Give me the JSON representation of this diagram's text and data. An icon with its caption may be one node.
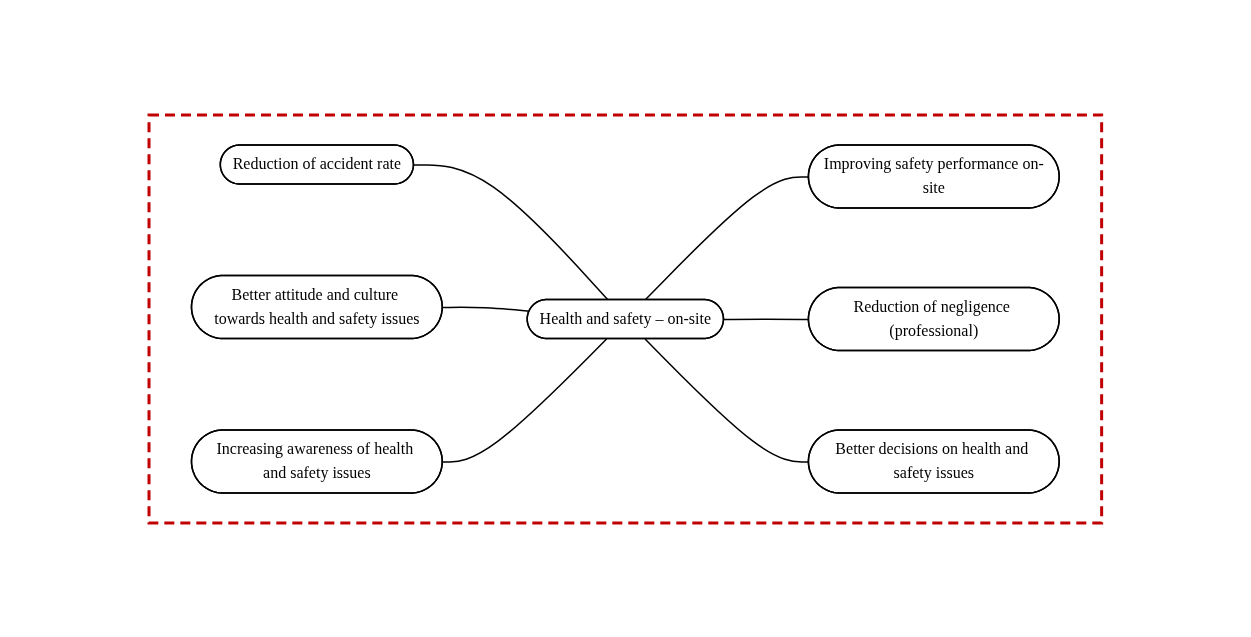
{
  "diagram": {
    "nodes": [
      {
        "text": [],
        "shape": "polygon"
      },
      {
        "text": [
          "Reduction of accident rate"
        ],
        "in": 0
      },
      {
        "text": [
          "Better attitude and culture towards health and safety issues"
        ],
        "in": 0
      },
      {
        "text": [
          "Increasing awareness of health and safety issues"
        ],
        "in": 0
      },
      {
        "text": [
          "Health and safety – on-site"
        ],
        "in": 0
      },
      {
        "text": [
          "Improving safety performance on-site"
        ],
        "in": 0
      },
      {
        "text": [
          "Reduction of negligence (professional)"
        ],
        "in": 0
      },
      {
        "text": [
          "Better decisions on health and safety issues"
        ],
        "in": 0
      }
    ],
    "edges": [
      {
        "from": 1,
        "to": 4,
        "arrow": "none"
      },
      {
        "from": 2,
        "to": 4,
        "arrow": "none"
      },
      {
        "from": 3,
        "to": 4,
        "arrow": "none"
      },
      {
        "from": 4,
        "to": 5,
        "arrow": "none"
      },
      {
        "from": 4,
        "to": 6,
        "arrow": "none"
      },
      {
        "from": 4,
        "to": 7,
        "arrow": "none"
      }
    ]
  }
}
